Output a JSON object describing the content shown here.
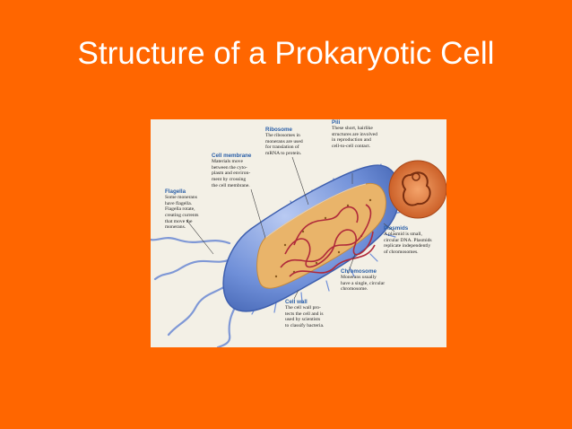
{
  "slide": {
    "title": "Structure of a Prokaryotic Cell"
  },
  "colors": {
    "background": "#FF6600",
    "title": "#FFFFFF",
    "label_heading": "#2A5FA8",
    "cell_blue": "#6F8FD8",
    "cytoplasm": "#E9B46A",
    "dna": "#B02A3A",
    "plasmid": "#E07A3A"
  },
  "diagram": {
    "labels": {
      "ribosome": {
        "heading": "Ribosome",
        "text": "The ribosomes in\nmonerans are used\nfor translation of\nmRNA to protein."
      },
      "pili": {
        "heading": "Pili",
        "text": "These short, hairlike\nstructures are involved\nin reproduction and\ncell-to-cell contact."
      },
      "cell_membrane": {
        "heading": "Cell membrane",
        "text": "Materials move\nbetween the cyto-\nplasm and environ-\nment by crossing\nthe cell membrane."
      },
      "flagella": {
        "heading": "Flagella",
        "text": "Some monerans\nhave flagella.\nFlagella rotate,\ncreating currents\nthat move the\nmonerans."
      },
      "plasmids": {
        "heading": "Plasmids",
        "text": "A plasmid is small,\ncircular DNA. Plasmids\nreplicate independently\nof chromosomes."
      },
      "chromosome": {
        "heading": "Chromosome",
        "text": "Monerans usually\nhave a single, circular\nchromosome."
      },
      "cell_wall": {
        "heading": "Cell wall",
        "text": "The cell wall pro-\ntects the cell and is\nused by scientists\nto classify bacteria."
      }
    }
  }
}
